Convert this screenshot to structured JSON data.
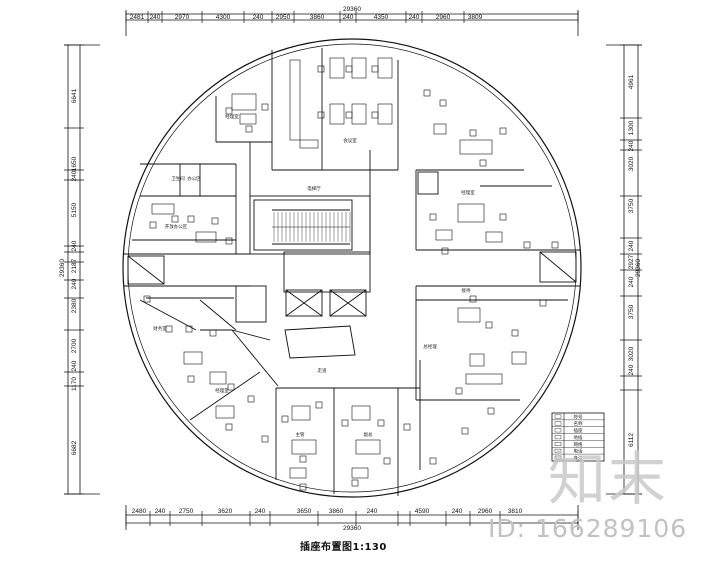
{
  "drawing_title": "插座布置图1:130",
  "watermark": {
    "brand": "知末",
    "id_text": "ID: 166289106"
  },
  "dimensions": {
    "total": "29360",
    "top": [
      "2481",
      "240",
      "2970",
      "4300",
      "240",
      "2950",
      "3860",
      "240",
      "4350",
      "240",
      "2960",
      "3809"
    ],
    "bottom": [
      "2480",
      "240",
      "2750",
      "3620",
      "240",
      "3650",
      "3860",
      "240",
      "4590",
      "240",
      "2960",
      "3810"
    ],
    "left": [
      "6641",
      "1650",
      "240",
      "5150",
      "240",
      "2187",
      "240",
      "2380",
      "2700",
      "240",
      "1170",
      "6682"
    ],
    "right": [
      "4961",
      "1300",
      "240",
      "3020",
      "3750",
      "240",
      "2927",
      "240",
      "3750",
      "3020",
      "240",
      "6112"
    ]
  },
  "legend": {
    "rows": [
      "符号",
      "名称",
      "插座",
      "地插",
      "网络",
      "电话",
      "备注"
    ]
  },
  "rooms": [
    "经理室",
    "会议室",
    "电梯厅",
    "办公区",
    "经理室",
    "接待",
    "走道",
    "财务室",
    "经理室",
    "主管",
    "副总",
    "总经理",
    "开放办公区",
    "卫生间"
  ]
}
